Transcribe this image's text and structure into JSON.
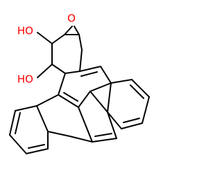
{
  "molecule": {
    "labels": {
      "epoxide_oxygen": "O",
      "hydroxyl_upper": "HO",
      "hydroxyl_lower": "HO"
    },
    "colors": {
      "bond": "#000000",
      "oxygen": "#ff0000",
      "background": "#ffffff"
    }
  }
}
